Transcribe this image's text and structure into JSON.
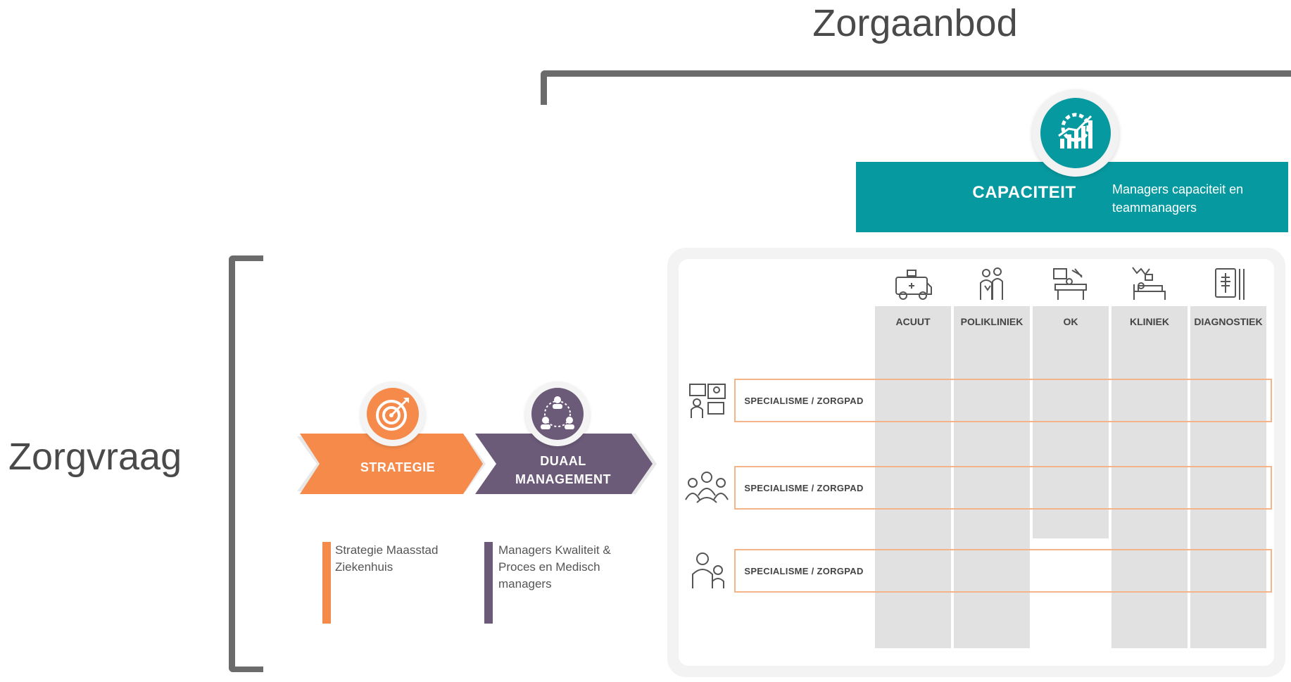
{
  "titles": {
    "zorgaanbod": "Zorgaanbod",
    "zorgvraag": "Zorgvraag"
  },
  "capaciteit": {
    "label": "CAPACITEIT",
    "description": "Managers capaciteit en teammanagers",
    "color": "#069aa0"
  },
  "strategie": {
    "label": "STRATEGIE",
    "description": "Strategie Maasstad Ziekenhuis",
    "color": "#f58a4b"
  },
  "duaal_management": {
    "label": "DUAAL MANAGEMENT",
    "label_line1": "DUAAL",
    "label_line2": "MANAGEMENT",
    "description": "Managers Kwaliteit & Proces en Medisch managers",
    "color": "#6b5a78"
  },
  "matrix": {
    "columns": [
      {
        "label": "ACUUT",
        "icon": "ambulance-icon"
      },
      {
        "label": "POLIKLINIEK",
        "icon": "doctor-patient-icon"
      },
      {
        "label": "OK",
        "icon": "operating-room-icon"
      },
      {
        "label": "KLINIEK",
        "icon": "hospital-bed-icon"
      },
      {
        "label": "DIAGNOSTIEK",
        "icon": "xray-icon"
      }
    ],
    "rows": [
      {
        "label": "SPECIALISME / ZORGPAD",
        "icon": "consultation-icon"
      },
      {
        "label": "SPECIALISME / ZORGPAD",
        "icon": "group-of-patients-icon"
      },
      {
        "label": "SPECIALISME / ZORGPAD",
        "icon": "elderly-people-icon"
      }
    ],
    "row_border_color": "#f5b388"
  }
}
